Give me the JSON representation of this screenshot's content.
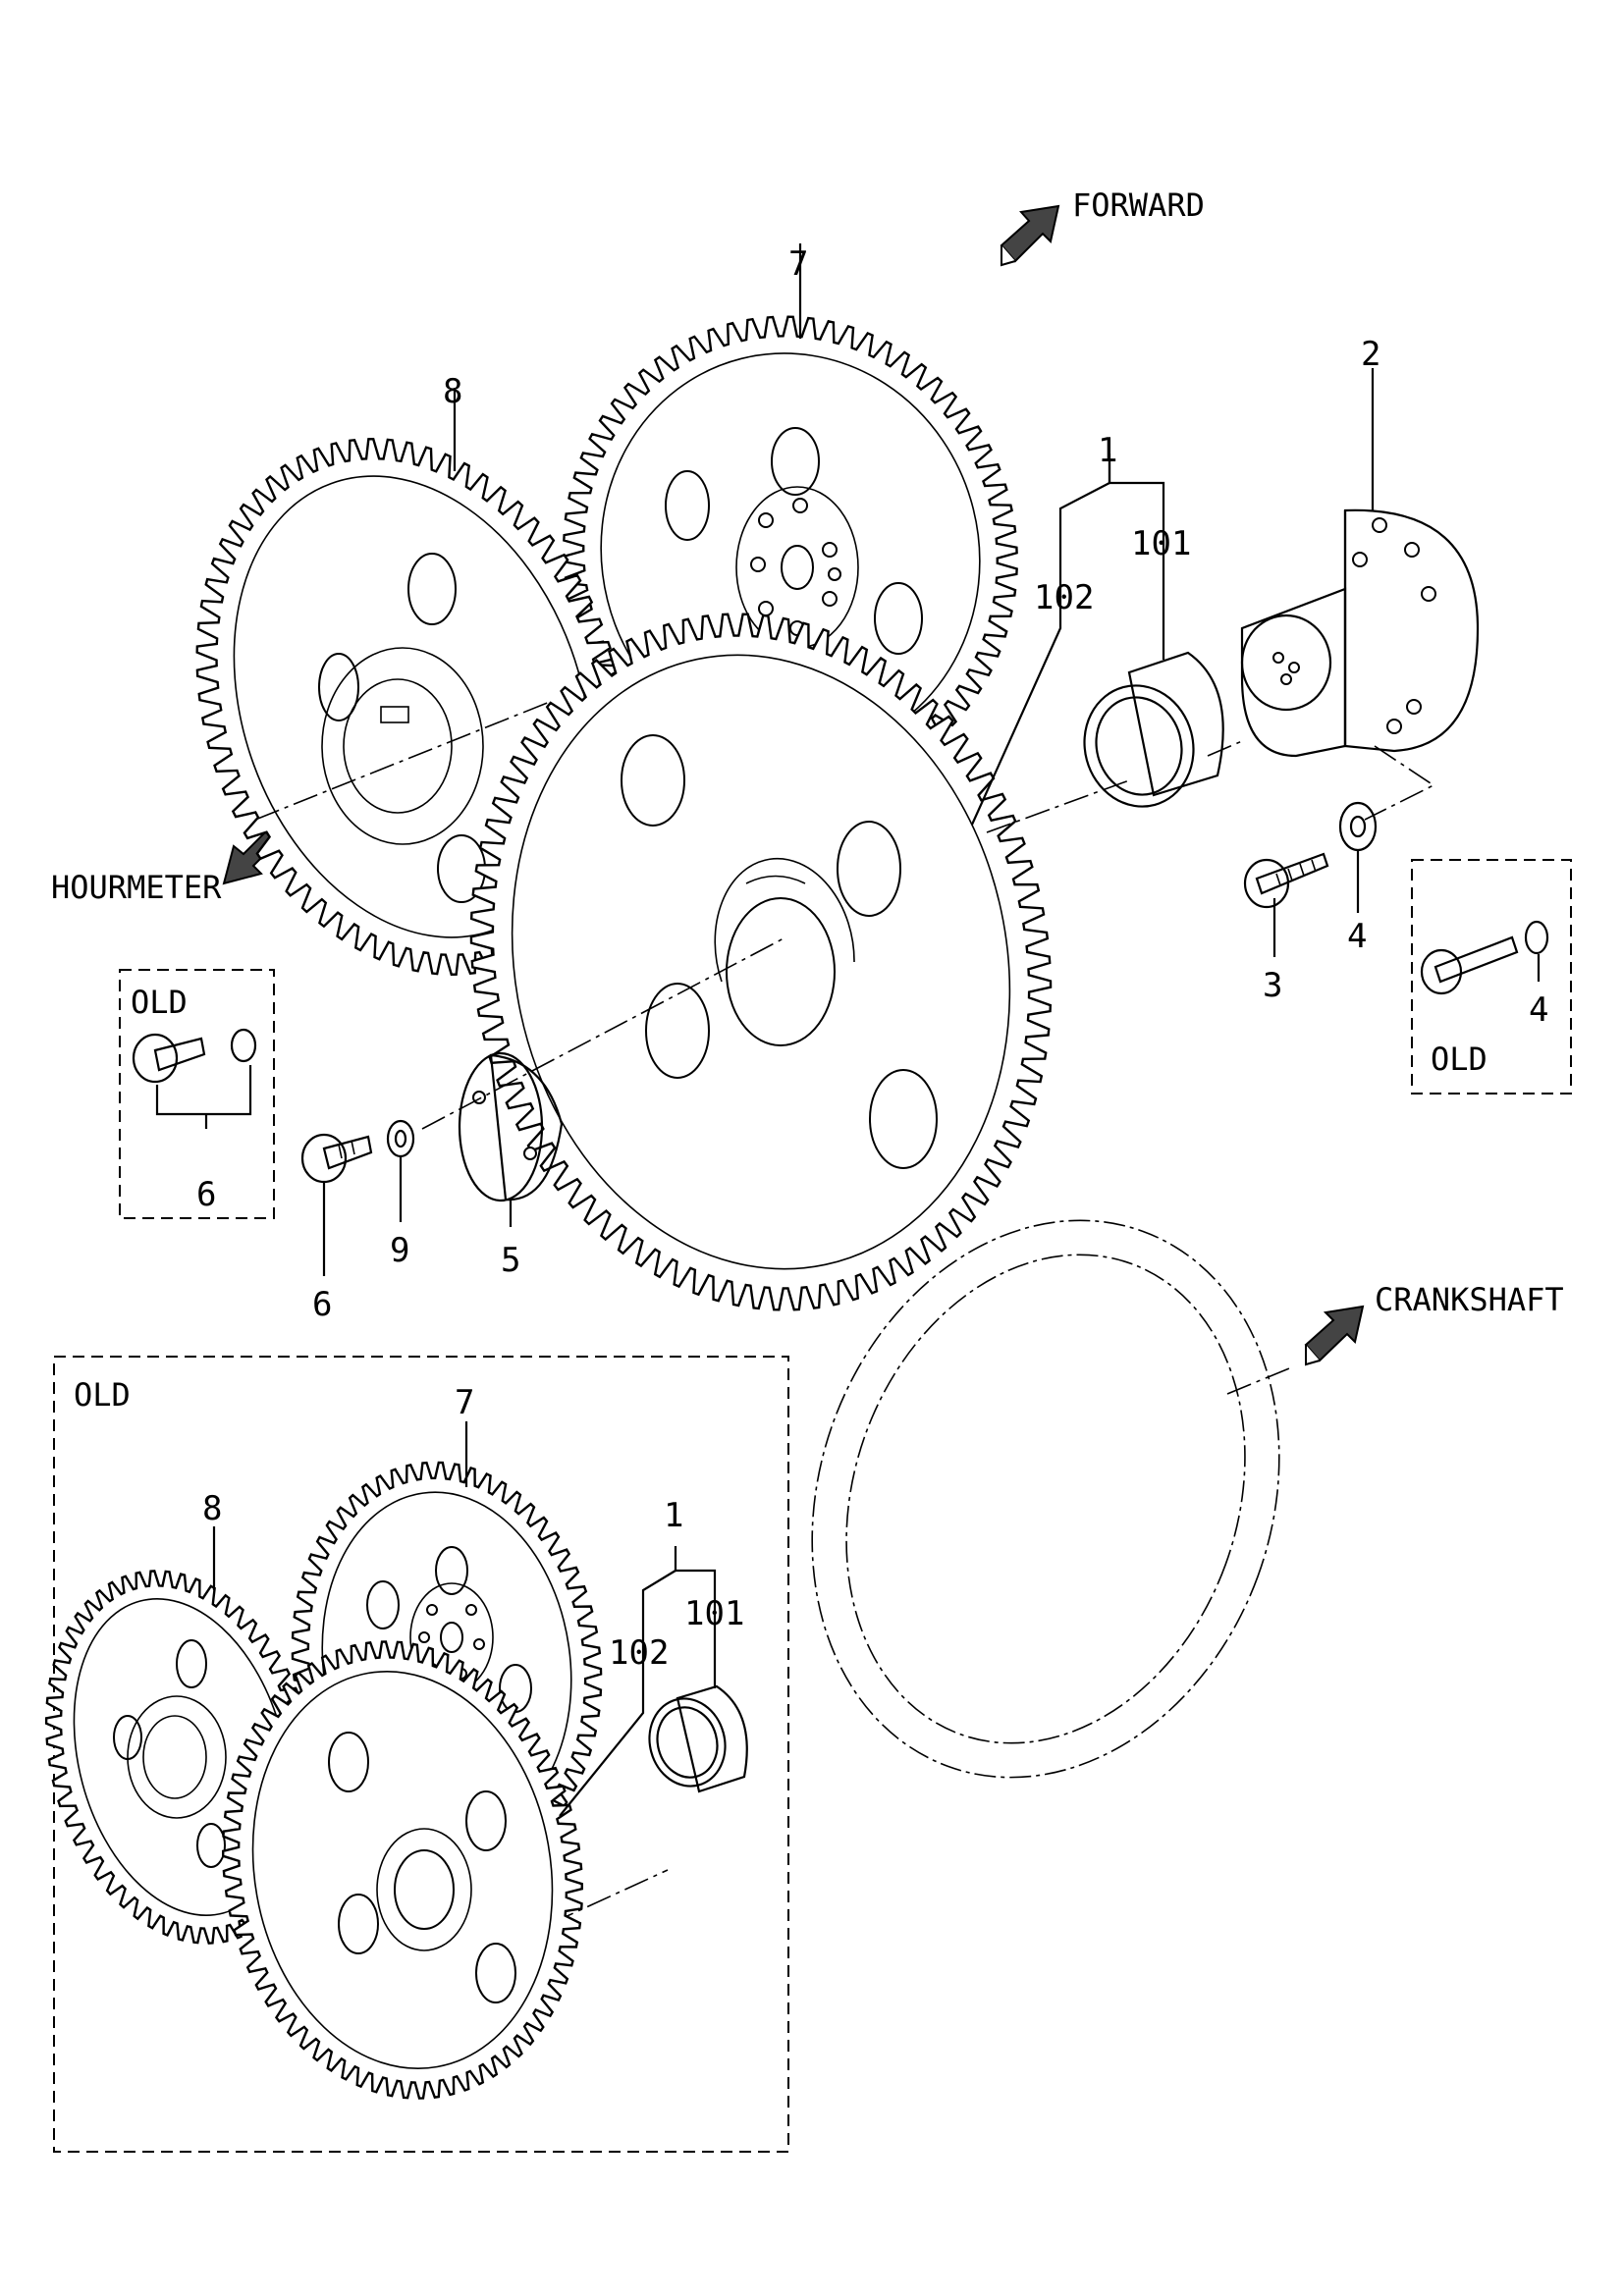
{
  "directions": {
    "forward": "FORWARD",
    "hourmeter": "HOURMETER",
    "crankshaft": "CRANKSHAFT"
  },
  "variant_label": "OLD",
  "callouts": {
    "p1": "1",
    "p2": "2",
    "p3": "3",
    "p4": "4",
    "p5": "5",
    "p6": "6",
    "p7": "7",
    "p8": "8",
    "p9": "9",
    "p101": "101",
    "p102": "102"
  },
  "colors": {
    "ink": "#000000",
    "paper": "#ffffff"
  }
}
